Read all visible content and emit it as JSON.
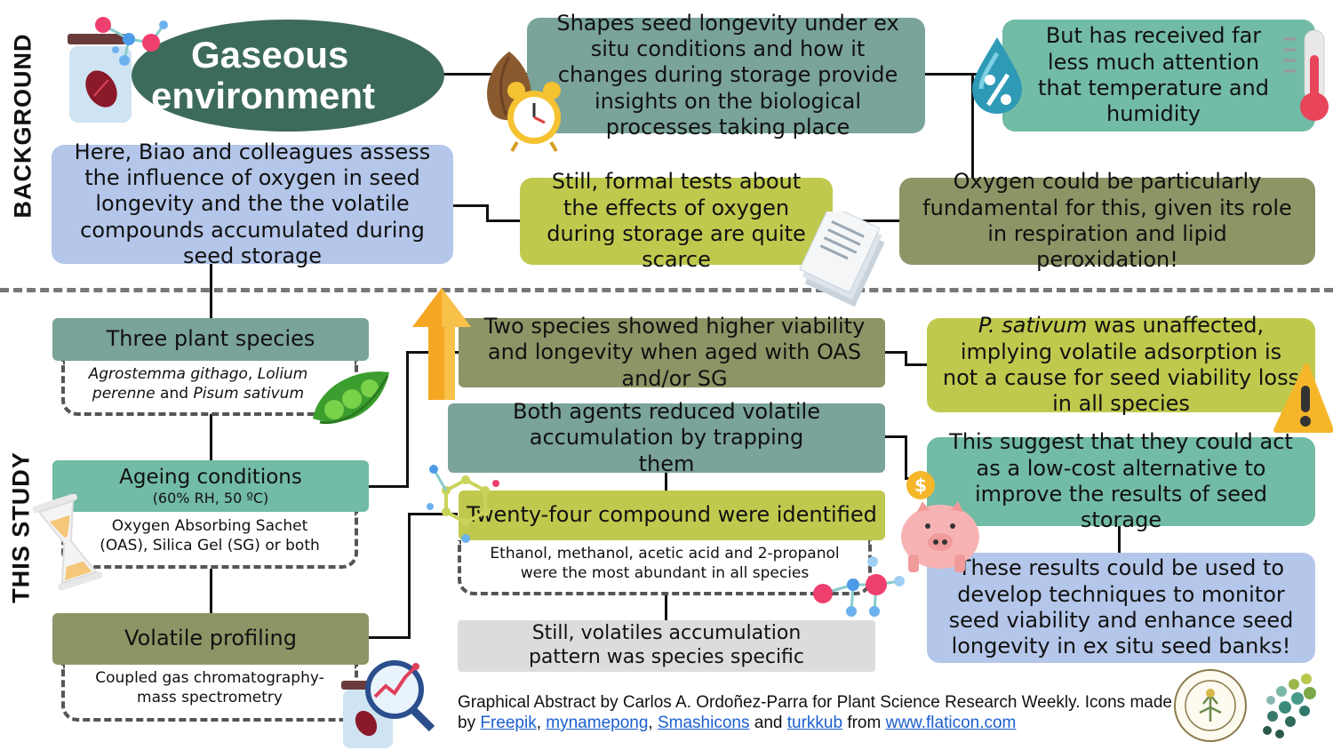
{
  "sections": {
    "background": "BACKGROUND",
    "this_study": "THIS STUDY"
  },
  "title": {
    "line1": "Gaseous",
    "line2": "environment"
  },
  "background": {
    "shapes": "Shapes seed longevity under ex situ conditions and how it changes during storage provide insights on the biological processes taking place",
    "attention": "But has received far less much attention that temperature and humidity",
    "here": "Here, Biao and colleagues assess the influence of oxygen in seed longevity and the the volatile compounds accumulated during seed storage",
    "still_tests": "Still, formal tests about the effects of oxygen during storage are quite scarce",
    "oxygen": "Oxygen could be particularly fundamental for this, given its role in respiration and lipid peroxidation!"
  },
  "study": {
    "species_title": "Three plant species",
    "species_a": "Agrostemma githago",
    "species_sep1": ", ",
    "species_b": "Lolium perenne",
    "species_and": " and ",
    "species_c": "Pisum sativum",
    "ageing_title": "Ageing conditions",
    "ageing_sub": "(60% RH, 50 ºC)",
    "ageing_detail": "Oxygen Absorbing Sachet (OAS), Silica Gel (SG) or both",
    "volatile_title": "Volatile profiling",
    "volatile_detail": "Coupled gas chromatography-mass spectrometry",
    "two_species": "Two species showed higher viability and longevity when aged with OAS and/or SG",
    "both_agents": "Both agents reduced volatile accumulation by trapping them",
    "twenty_four": "Twenty-four compound were identified",
    "ethanol": "Ethanol, methanol, acetic acid and 2-propanol were the most abundant in all species",
    "still_volatiles": "Still, volatiles accumulation pattern was species specific",
    "psativum_italic": "P. sativum",
    "psativum_rest": " was unaffected, implying volatile adsorption is not a cause for seed viability loss in all species",
    "low_cost": "This suggest that they could act as a low-cost alternative to improve the results of seed storage",
    "results": "These results could be used to develop techniques to monitor seed viability and enhance seed longevity in ex situ seed banks!"
  },
  "credits": {
    "line1": "Graphical Abstract by Carlos A. Ordoñez-Parra for Plant Science Research Weekly. Icons made",
    "by": "by ",
    "l1": "Freepik",
    "c1": ", ",
    "l2": "mynamepong",
    "c2": ", ",
    "l3": "Smashicons",
    "and": " and ",
    "l4": "turkkub",
    "from": " from ",
    "l5": "www.flaticon.com"
  },
  "colors": {
    "teal": "#7aa39a",
    "olive": "#8f9466",
    "lime": "#bfc94d",
    "blue": "#b4c6e9",
    "mint": "#72bba6",
    "gray": "#dcdcdc",
    "title_bg": "#3d6b5a"
  },
  "icons": [
    "seed-jar-icon",
    "molecule-icon",
    "almond-icon",
    "alarm-clock-icon",
    "water-drop-percent-icon",
    "thermometer-icon",
    "documents-icon",
    "up-arrow-icon",
    "warning-icon",
    "pea-pod-icon",
    "hourglass-icon",
    "piggy-bank-icon",
    "magnifier-chart-icon",
    "aspb-seal-icon",
    "dots-logo-icon"
  ]
}
